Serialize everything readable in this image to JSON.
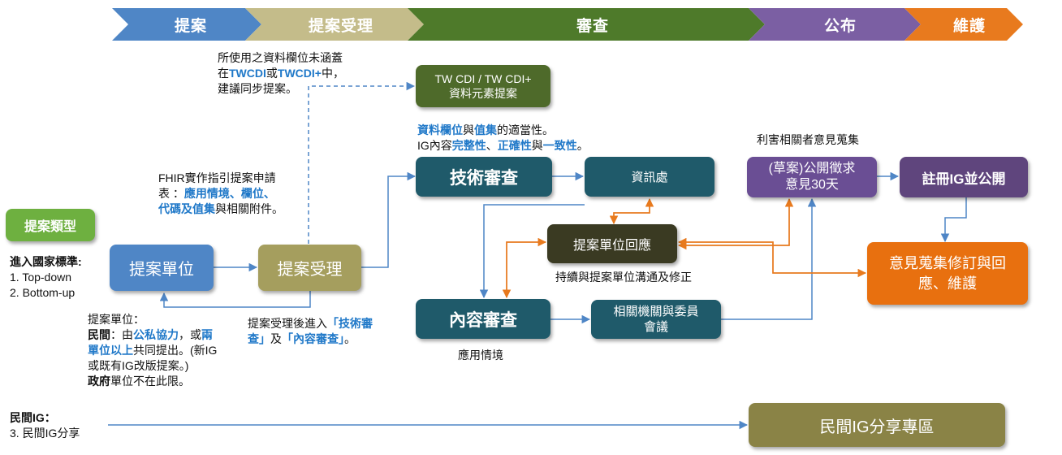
{
  "phases": [
    {
      "label": "提案",
      "color": "#4f86c6"
    },
    {
      "label": "提案受理",
      "color": "#c4bc8a"
    },
    {
      "label": "審查",
      "color": "#4e7a2a"
    },
    {
      "label": "公布",
      "color": "#7b5fa3"
    },
    {
      "label": "維護",
      "color": "#e87a1e"
    }
  ],
  "boxes": {
    "proposal_type": "提案類型",
    "proposer": "提案單位",
    "acceptance": "提案受理",
    "tw_cdi_line1": "TW CDI / TW CDI+",
    "tw_cdi_line2": "資料元素提案",
    "tech_review": "技術審查",
    "info_office": "資訊處",
    "proposer_response": "提案單位回應",
    "content_review": "內容審查",
    "committee_line1": "相關機關與委員",
    "committee_line2": "會議",
    "public_comment_line1": "(草案)公開徵求",
    "public_comment_line2": "意見30天",
    "register": "註冊IG並公開",
    "revise_line1": "意見蒐集修訂與回",
    "revise_line2": "應、維護",
    "civil_share": "民間IG分享專區"
  },
  "notes": {
    "tw_note_1": "所使用之資料欄位未涵蓋",
    "tw_note_2a": "在",
    "tw_note_2b": "TWCDI",
    "tw_note_2c": "或",
    "tw_note_2d": "TWCDI+",
    "tw_note_2e": "中，",
    "tw_note_3": "建議同步提案。",
    "fhir_1": "FHIR實作指引提案申請",
    "fhir_2a": "表 ：",
    "fhir_2b": "應用情境、欄位、",
    "fhir_3a": "代碼及值集",
    "fhir_3b": "與相關附件。",
    "tech_1a": "資料欄位",
    "tech_1b": "與",
    "tech_1c": "值集",
    "tech_1d": "的適當性。",
    "tech_2a": "IG內容",
    "tech_2b": "完整性",
    "tech_2c": "、",
    "tech_2d": "正確性",
    "tech_2e": "與",
    "tech_2f": "一致性",
    "tech_2g": "。",
    "stakeholder": "利害相關者意見蒐集",
    "communicate": "持續與提案單位溝通及修正",
    "app_context": "應用情境",
    "national_title": "進入國家標準:",
    "national_1": "1.  Top-down",
    "national_2": "2.  Bottom-up",
    "proposer_note_1": "提案單位：",
    "proposer_note_2a": "民間",
    "proposer_note_2b": "：由",
    "proposer_note_2c": "公私協力",
    "proposer_note_2d": "，或",
    "proposer_note_2e": "兩",
    "proposer_note_3a": "單位以上",
    "proposer_note_3b": "共同提出。(新IG",
    "proposer_note_4": "或既有IG改版提案。)",
    "proposer_note_5a": "政府",
    "proposer_note_5b": "單位不在此限。",
    "accept_note_1a": "提案受理後進入",
    "accept_note_1b": "「技術審",
    "accept_note_2a": "查」",
    "accept_note_2b": "及",
    "accept_note_2c": "「內容審查」",
    "accept_note_2d": "。",
    "civil_title": "民間IG：",
    "civil_item": "3. 民間IG分享"
  }
}
